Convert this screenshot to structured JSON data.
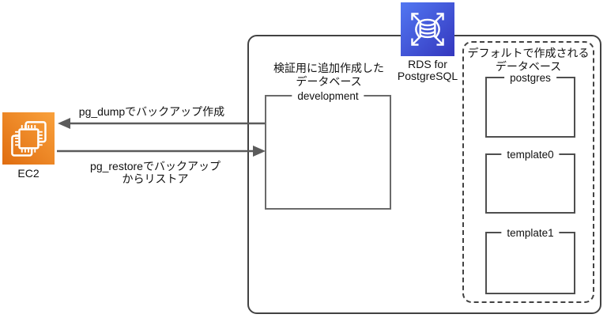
{
  "colors": {
    "ec2_orange_light": "#F9A13C",
    "ec2_orange_dark": "#E06D10",
    "rds_blue_light": "#5277F2",
    "rds_blue_dark": "#3437BE",
    "line_gray": "#5B5B5B",
    "border_dark": "#424242",
    "border_gray": "#6A6A6A",
    "border_inner": "#4F4F4F",
    "text_black": "#111111"
  },
  "ec2": {
    "label": "EC2"
  },
  "rds": {
    "label_line1": "RDS for",
    "label_line2": "PostgreSQL"
  },
  "arrows": {
    "backup": {
      "label": "pg_dumpでバックアップ作成"
    },
    "restore": {
      "label_line1": "pg_restoreでバックアップ",
      "label_line2": "からリストア"
    }
  },
  "dev_database": {
    "caption_line1": "検証用に追加作成した",
    "caption_line2": "データベース",
    "name": "development"
  },
  "default_databases": {
    "caption_line1": "デフォルトで作成される",
    "caption_line2": "データベース",
    "names": [
      "postgres",
      "template0",
      "template1"
    ]
  }
}
